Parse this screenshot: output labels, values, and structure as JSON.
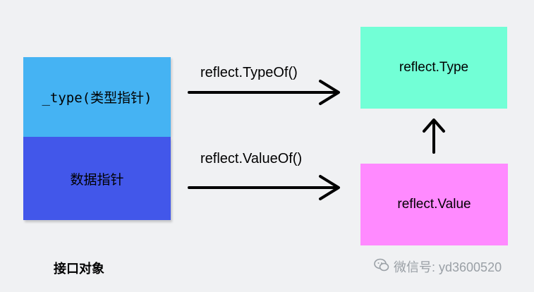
{
  "interface_object": {
    "type_field": "_type(类型指针)",
    "data_field": "数据指针",
    "caption": "接口对象"
  },
  "reflect_type_box": {
    "label": "reflect.Type"
  },
  "reflect_value_box": {
    "label": "reflect.Value"
  },
  "edges": {
    "typeof_label": "reflect.TypeOf()",
    "valueof_label": "reflect.ValueOf()"
  },
  "watermark": {
    "text": "微信号: yd3600520",
    "icon": "wechat-icon"
  },
  "colors": {
    "background": "#f0f1f3",
    "type_field": "#45b3f3",
    "data_field": "#4257ea",
    "reflect_type": "#72ffd6",
    "reflect_value": "#ff8aff",
    "arrow": "#000000"
  }
}
